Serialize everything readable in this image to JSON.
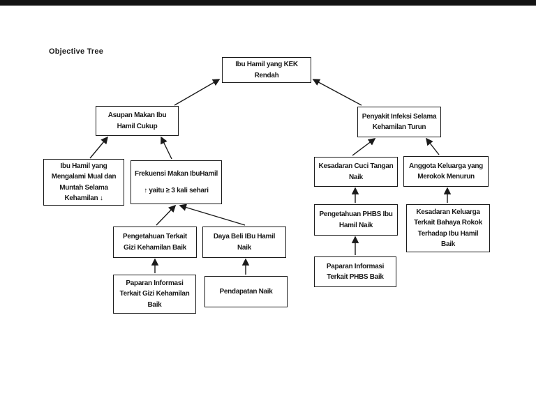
{
  "page": {
    "title": "Objective Tree"
  },
  "diagram": {
    "colors": {
      "box_border": "#1a1a1a",
      "line": "#1a1a1a",
      "text": "#1a1a1a",
      "background": "#ffffff"
    },
    "nodes": {
      "root": {
        "label": "Ibu Hamil yang KEK\nRendah"
      },
      "asupan": {
        "label": "Asupan Makan Ibu\nHamil Cukup"
      },
      "penyakit": {
        "label": "Penyakit Infeksi Selama\nKehamilan Turun"
      },
      "mual": {
        "label": "Ibu Hamil yang\nMengalami Mual dan\nMuntah Selama\nKehamilan ↓"
      },
      "frekuensi": {
        "label": "Frekuensi Makan IbuHamil\n↑ yaitu ≥ 3 kali sehari"
      },
      "cuci": {
        "label": "Kesadaran Cuci Tangan\nNaik"
      },
      "anggota": {
        "label": "Anggota Keluarga yang\nMerokok Menurun"
      },
      "phbs": {
        "label": "Pengetahuan PHBS Ibu\nHamil Naik"
      },
      "rokok": {
        "label": "Kesadaran Keluarga\nTerkait Bahaya Rokok\nTerhadap Ibu Hamil\nBaik"
      },
      "gizi": {
        "label": "Pengetahuan Terkait\nGizi Kehamilan Baik"
      },
      "daya": {
        "label": "Daya Beli IBu Hamil\nNaik"
      },
      "paparan_gizi": {
        "label": "Paparan Informasi\nTerkait Gizi Kehamilan\nBaik"
      },
      "pendapatan": {
        "label": "Pendapatan Naik"
      },
      "paparan_phbs": {
        "label": "Paparan Informasi\nTerkait PHBS Baik"
      }
    },
    "edges": [
      {
        "from": "asupan",
        "to": "root"
      },
      {
        "from": "penyakit",
        "to": "root"
      },
      {
        "from": "mual",
        "to": "asupan"
      },
      {
        "from": "frekuensi",
        "to": "asupan"
      },
      {
        "from": "gizi",
        "to": "frekuensi"
      },
      {
        "from": "daya",
        "to": "frekuensi"
      },
      {
        "from": "paparan_gizi",
        "to": "gizi"
      },
      {
        "from": "pendapatan",
        "to": "daya"
      },
      {
        "from": "cuci",
        "to": "penyakit"
      },
      {
        "from": "anggota",
        "to": "penyakit"
      },
      {
        "from": "phbs",
        "to": "cuci"
      },
      {
        "from": "rokok",
        "to": "anggota"
      },
      {
        "from": "paparan_phbs",
        "to": "phbs"
      }
    ]
  }
}
